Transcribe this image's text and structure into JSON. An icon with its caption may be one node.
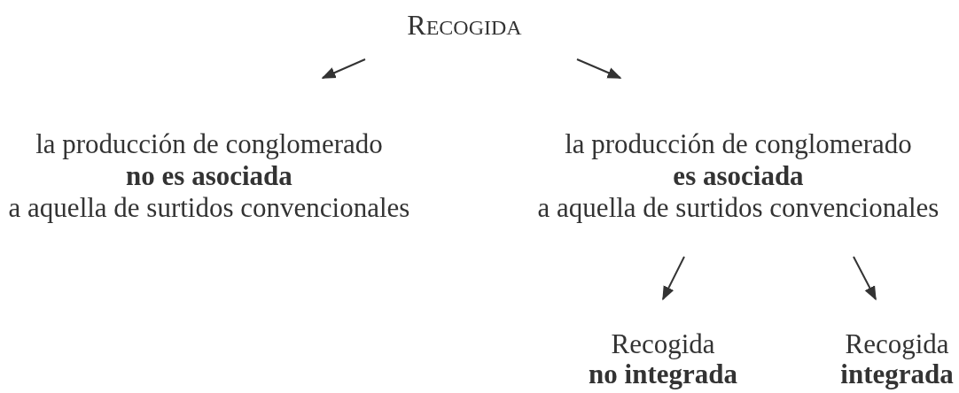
{
  "diagram": {
    "nodes": [
      {
        "text": [
          "RECOGIDA"
        ]
      },
      {
        "text": [
          "la producción de conglomerado **no es asociada** a aquella de surtidos convencionales"
        ]
      },
      {
        "text": [
          "la producción de conglomerado **es asociada** a aquella de surtidos convencionales"
        ]
      },
      {
        "text": [
          "Recogida **no integrada**"
        ]
      },
      {
        "text": [
          "Recogida **integrada**"
        ]
      }
    ],
    "edges": [
      {
        "from": 0,
        "to": 1,
        "arrow": "to"
      },
      {
        "from": 0,
        "to": 2,
        "arrow": "to"
      },
      {
        "from": 2,
        "to": 3,
        "arrow": "to"
      },
      {
        "from": 2,
        "to": 4,
        "arrow": "to"
      }
    ]
  }
}
